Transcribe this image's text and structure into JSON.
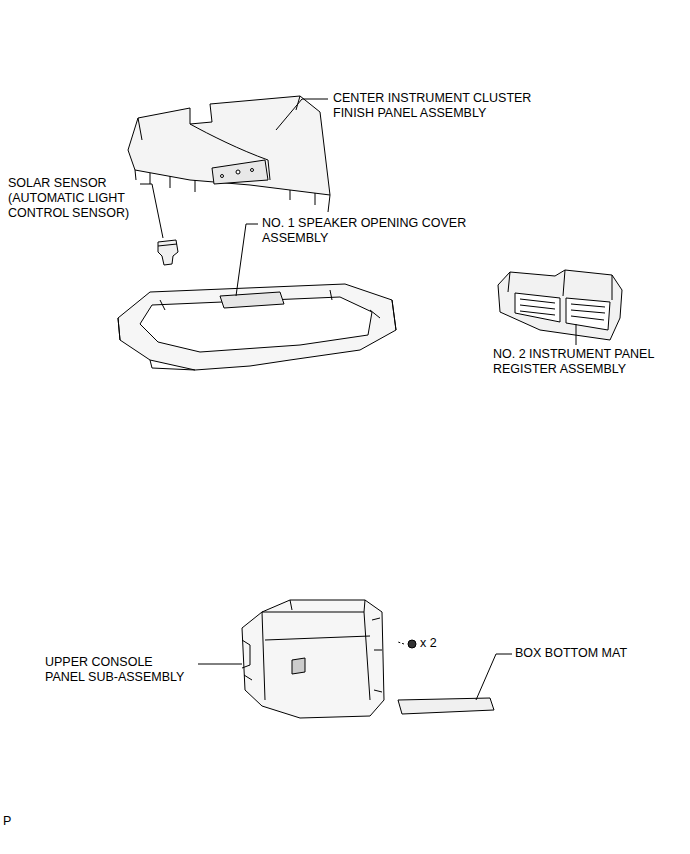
{
  "diagram": {
    "labels": [
      "CENTER INSTRUMENT CLUSTER FINISH PANEL ASSEMBLY",
      "SOLAR SENSOR (AUTOMATIC LIGHT CONTROL SENSOR)",
      "NO. 1 SPEAKER OPENING COVER ASSEMBLY",
      "NO. 2 INSTRUMENT PANEL REGISTER ASSEMBLY",
      "UPPER CONSOLE PANEL SUB-ASSEMBLY",
      "x 2",
      "BOX BOTTOM MAT",
      "P"
    ]
  }
}
